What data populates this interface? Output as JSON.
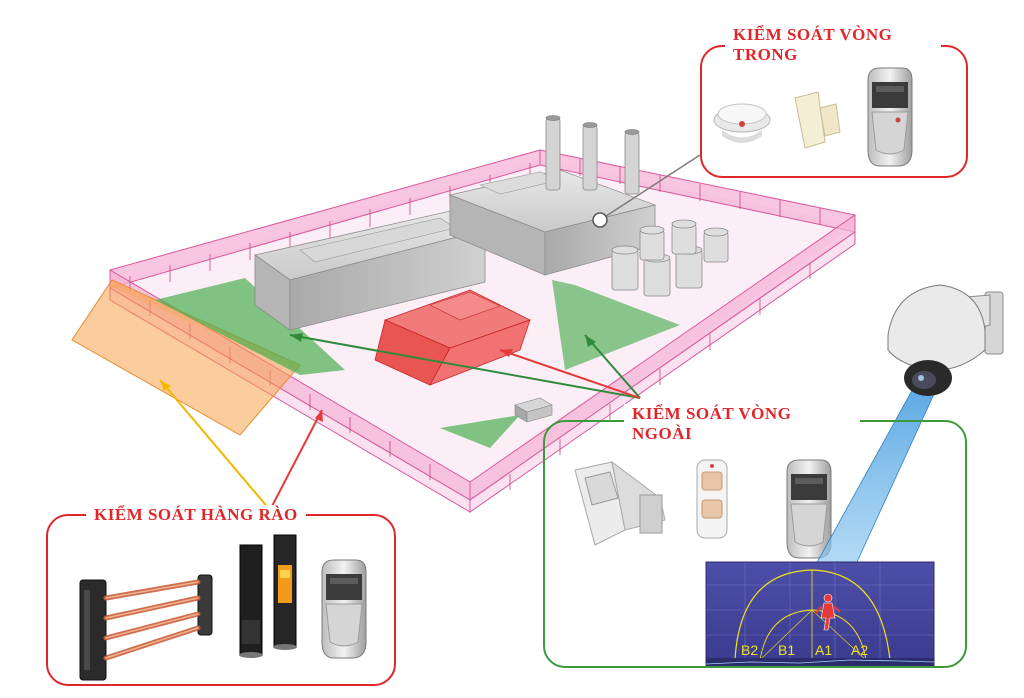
{
  "inner_control": {
    "title_line1": "KIỂM SOÁT VÒNG",
    "title_line2": "TRONG",
    "color": "#e0262a"
  },
  "outer_control": {
    "title_line1": "KIỂM SOÁT VÒNG",
    "title_line2": "NGOÀI",
    "title_color": "#e0262a",
    "border_color": "#3c9a3a",
    "zone_labels": [
      "B2",
      "B1",
      "A1",
      "A2"
    ]
  },
  "fence_control": {
    "title": "KIỂM SOÁT HÀNG RÀO",
    "color": "#e0262a"
  },
  "icons": {
    "inner": [
      "smoke-detector-icon",
      "door-contact-icon",
      "pir-detector-icon"
    ],
    "outer": [
      "outdoor-pir-detector-icon",
      "dual-pir-detector-icon",
      "pir-detector-icon",
      "ptz-camera-icon",
      "camera-monitor-view-icon"
    ],
    "fence": [
      "infrared-beam-icon",
      "beam-tower-icon",
      "pir-detector-icon"
    ]
  },
  "colors": {
    "fence_zone": "#f4a6cf",
    "outer_zone_green": "#4caf50",
    "inner_zone_red": "#e53935",
    "orange_zone": "#f7a24a",
    "camera_beam": "#6fb6e8"
  }
}
